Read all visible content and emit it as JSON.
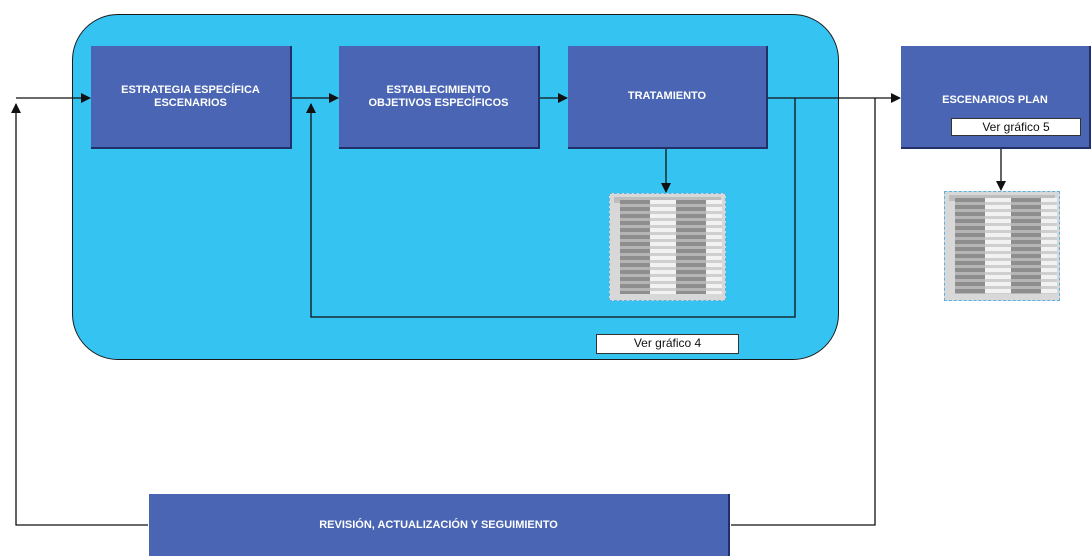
{
  "colors": {
    "panel": "#35c3f2",
    "box": "#4a65b3",
    "box_text": "#ffffff",
    "connector": "#111111"
  },
  "boxes": {
    "estrategia": "ESTRATEGIA ESPECÍFICA\nESCENARIOS",
    "establecimiento": "ESTABLECIMIENTO\nOBJETIVOS ESPECÍFICOS",
    "tratamiento": "TRATAMIENTO",
    "escenarios_plan": "ESCENARIOS PLAN",
    "revision": "REVISIÓN, ACTUALIZACIÓN Y SEGUIMIENTO"
  },
  "references": {
    "ref_4": "Ver gráfico 4",
    "ref_5": "Ver gráfico 5"
  },
  "thumbnails": [
    "table-thumbnail",
    "table-thumbnail"
  ]
}
